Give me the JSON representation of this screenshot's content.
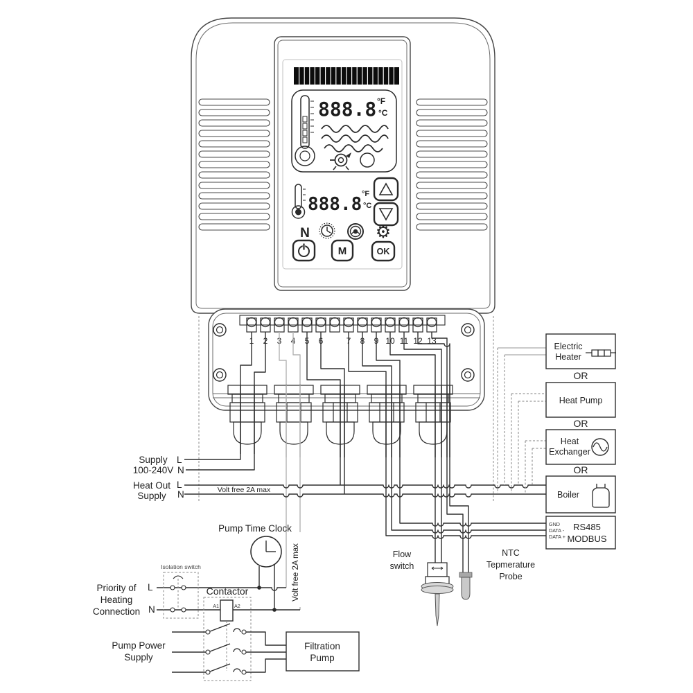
{
  "panel": {
    "main_display": {
      "value": "888.8",
      "unit_f": "°F",
      "unit_c": "°C"
    },
    "set_display": {
      "value": "888.8",
      "unit_f": "°F",
      "unit_c": "°C"
    },
    "icons": {
      "n_mode": "N",
      "gear": "⚙"
    },
    "buttons": {
      "mode": "M",
      "ok": "OK"
    }
  },
  "terminals": {
    "numbers": [
      "1",
      "2",
      "3",
      "4",
      "5",
      "6",
      "7",
      "8",
      "9",
      "10",
      "11",
      "12",
      "13"
    ]
  },
  "left_labels": {
    "supply_1": "Supply",
    "supply_2": "100-240V",
    "heat_out_1": "Heat Out",
    "heat_out_2": "Supply",
    "l": "L",
    "n": "N",
    "volt_free": "Volt free 2A max",
    "priority_1": "Priority of",
    "priority_2": "Heating",
    "priority_3": "Connection",
    "pump_power_1": "Pump Power",
    "pump_power_2": "Supply"
  },
  "components": {
    "pump_time_clock": "Pump Time Clock",
    "isolation_switch": "Isolation switch",
    "contactor": "Contactor",
    "a1": "A1",
    "a2": "A2",
    "filtration_1": "Filtration",
    "filtration_2": "Pump",
    "flow_1": "Flow",
    "flow_2": "switch",
    "ntc_1": "NTC",
    "ntc_2": "Tepmerature",
    "ntc_3": "Probe"
  },
  "devices": {
    "or": "OR",
    "electric_heater_1": "Electric",
    "electric_heater_2": "Heater",
    "heat_pump": "Heat Pump",
    "heat_exchanger_1": "Heat",
    "heat_exchanger_2": "Exchanger",
    "boiler": "Boiler",
    "rs485_1": "RS485",
    "rs485_2": "MODBUS",
    "pin_gnd": "GND",
    "pin_data_minus": "DATA -",
    "pin_data_plus": "DATA +"
  },
  "colors": {
    "wire": "#2e2e2e",
    "wire_gray": "#b3b3b3",
    "dashed_tap": "#9a9a9a",
    "text": "#222222"
  }
}
